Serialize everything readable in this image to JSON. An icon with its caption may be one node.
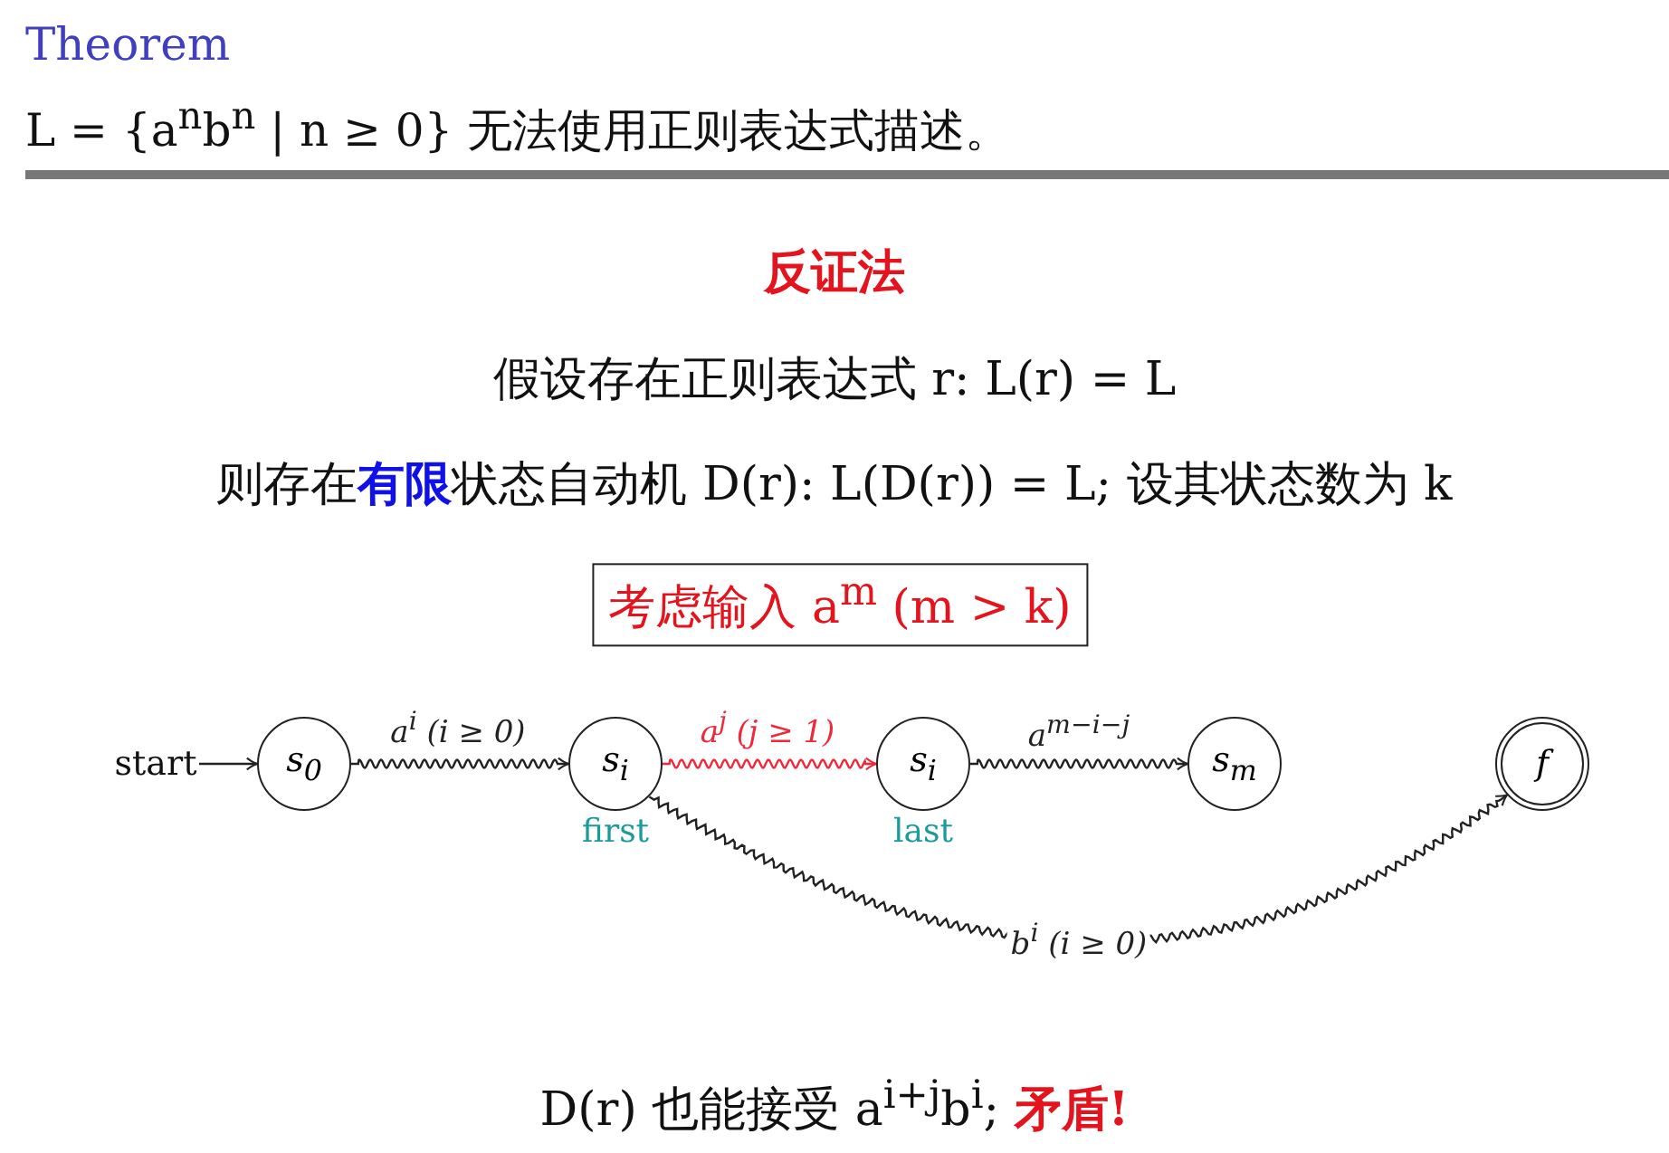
{
  "diagram": {
    "title": "Theorem",
    "nodes": [
      {
        "text": [
          "考虑输入 a$^{m}$ (m > k)"
        ]
      },
      {
        "text": [
          "start"
        ]
      },
      {
        "text": [
          "s$_{0}$"
        ]
      },
      {
        "text": [
          "s$_{i}$"
        ],
        "beside": [
          "first"
        ]
      },
      {
        "text": [
          "s$_{i}$"
        ],
        "beside": [
          "last"
        ]
      },
      {
        "text": [
          "s$_{m}$"
        ]
      },
      {
        "text": [
          "f"
        ]
      }
    ],
    "edges": [
      {
        "from": 1,
        "to": 2,
        "arrow": "to"
      },
      {
        "from": 2,
        "to": 3,
        "arrow": "to",
        "label": "a$^{i}$ (i ≥ 0)"
      },
      {
        "from": 3,
        "to": 4,
        "arrow": "to",
        "label": "a$^{j}$ (j ≥ 1)",
        "color": "#ee2a3a"
      },
      {
        "from": 4,
        "to": 5,
        "arrow": "to",
        "label": "a$^{m−i−j}$"
      },
      {
        "from": 3,
        "to": 6,
        "arrow": "to",
        "label": "b$^{i}$ (i ≥ 0)"
      }
    ],
    "labels": [
      "L = {a$^{n}$b$^{n}$ | n ≥ 0} 无法使用正则表达式描述。",
      "反证法",
      "假设存在正则表达式 r: L(r) = L",
      "则存在**有限**状态自动机 D(r): L(D(r)) = L; 设其状态数为 k",
      "D(r) 也能接受 a$^{i+j}$b$^{i}$; **矛盾!**"
    ]
  }
}
